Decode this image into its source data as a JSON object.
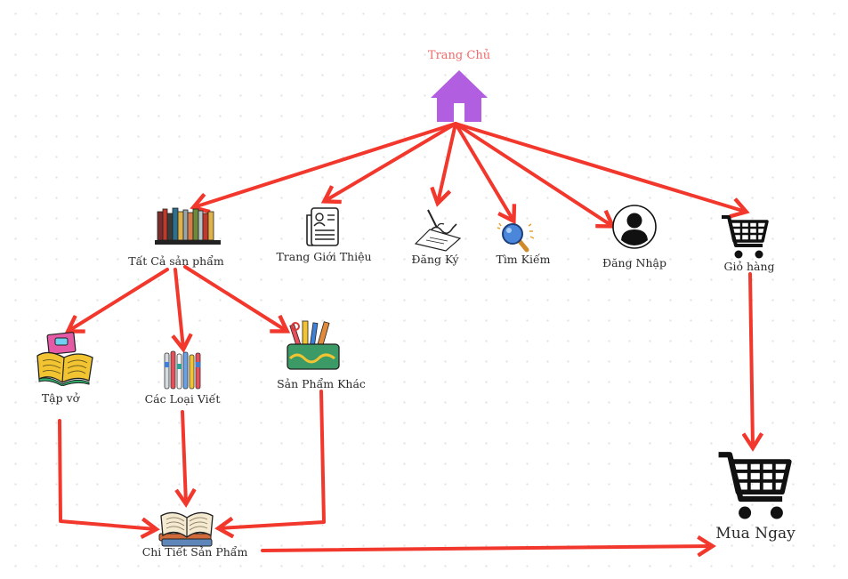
{
  "nodes": {
    "home": "Trang Chủ",
    "all_products": "Tất Cả sản phẩm",
    "about": "Trang Giới Thiệu",
    "register": "Đăng Ký",
    "search": "Tìm Kiếm",
    "login": "Đăng Nhập",
    "cart": "Giỏ hàng",
    "notebooks": "Tập vở",
    "pens": "Các Loại Viết",
    "other_products": "Sản Phẩm Khác",
    "product_detail": "Chi Tiết Sản Phẩm",
    "buy_now": "Mua Ngay"
  },
  "colors": {
    "arrow": "#f2372c",
    "home_label": "#f26b6b",
    "home_icon": "#b15ee0"
  },
  "icons": {
    "home": "house-icon",
    "all_products": "bookshelf-icon",
    "about": "document-icon",
    "register": "signature-icon",
    "search": "magnifier-icon",
    "login": "user-avatar-icon",
    "cart": "shopping-cart-icon",
    "notebooks": "notebook-icon",
    "pens": "pens-icon",
    "other_products": "stationery-holder-icon",
    "product_detail": "open-book-icon",
    "buy_now": "shopping-cart-icon"
  }
}
